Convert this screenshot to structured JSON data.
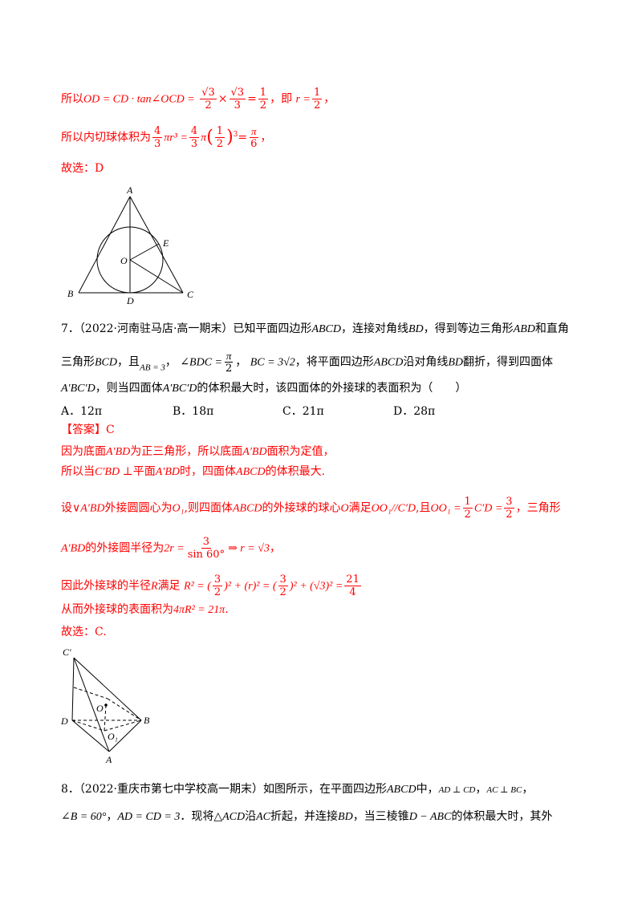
{
  "solution6": {
    "line1_prefix": "所以",
    "line1_formula": "OD = CD · tan∠OCD =",
    "line1_f1_num": "√3",
    "line1_f1_den": "2",
    "line1_times": "×",
    "line1_f2_num": "√3",
    "line1_f2_den": "3",
    "line1_eq": "=",
    "line1_f3_num": "1",
    "line1_f3_den": "2",
    "line1_mid": "，即",
    "line1_r": "r =",
    "line1_f4_num": "1",
    "line1_f4_den": "2",
    "line1_end": "，",
    "line2_prefix": "所以内切球体积为",
    "line2_f1_num": "4",
    "line2_f1_den": "3",
    "line2_pi_r3": "πr³ =",
    "line2_f2_num": "4",
    "line2_f2_den": "3",
    "line2_pi": "π",
    "line2_lp": "(",
    "line2_f3_num": "1",
    "line2_f3_den": "2",
    "line2_rp": ")",
    "line2_cube": "3",
    "line2_eq": "=",
    "line2_f4_num": "π",
    "line2_f4_den": "6",
    "line2_end": "，",
    "answer": "故选：D"
  },
  "figure1": {
    "labels": [
      "A",
      "B",
      "C",
      "D",
      "E",
      "O"
    ]
  },
  "question7": {
    "line1": "7．（2022·河南驻马店·高一期末）已知平面四边形",
    "line1_b": "ABCD",
    "line1_c": "，连接对角线",
    "line1_d": "BD",
    "line1_e": "，得到等边三角形",
    "line1_f": "ABD",
    "line1_g": "和直角",
    "line2_a": "三角形",
    "line2_b": "BCD",
    "line2_c": "，且",
    "line2_ab": "AB = 3",
    "line2_sep": "，",
    "line2_angle": "∠BDC =",
    "line2_f_num": "π",
    "line2_f_den": "2",
    "line2_sep2": "，",
    "line2_bc": "BC = 3√2",
    "line2_d": "，将平面四边形",
    "line2_e": "ABCD",
    "line2_f": "沿对角线",
    "line2_g": "BD",
    "line2_h": "翻折，得到四面体",
    "line3_a": "A′BC′D",
    "line3_b": "，则当四面体",
    "line3_c": "A′BC′D",
    "line3_d": "的体积最大时，该四面体的外接球的表面积为（　　）",
    "options": [
      "A．12π",
      "B．18π",
      "C．21π",
      "D．28π"
    ],
    "answer_tag": "【答案】",
    "answer_val": "C",
    "exp1_a": "因为底面",
    "exp1_b": "A′BD",
    "exp1_c": "为正三角形，所以底面",
    "exp1_d": "A′BD",
    "exp1_e": "面积为定值，",
    "exp2_a": "所以当",
    "exp2_b": "C′BD ⊥",
    "exp2_c": "平面",
    "exp2_d": "A′BD",
    "exp2_e": "时，四面体",
    "exp2_f": "ABCD",
    "exp2_g": "的体积最大.",
    "exp3_a": "设",
    "exp3_b": "∨A′BD",
    "exp3_c": "外接圆圆心为",
    "exp3_d": "O₁",
    "exp3_e": ",则四面体",
    "exp3_f": "ABCD",
    "exp3_g": "的外接球的球心",
    "exp3_h": "O",
    "exp3_i": "满足",
    "exp3_j": "OO₁//C′D",
    "exp3_k": ",且",
    "exp3_l": "OO₁ =",
    "exp3_f1_num": "1",
    "exp3_f1_den": "2",
    "exp3_m": "C′D =",
    "exp3_f2_num": "3",
    "exp3_f2_den": "2",
    "exp3_n": "，三角形",
    "exp4_a": "A′BD",
    "exp4_b": "的外接圆半径为",
    "exp4_c": "2r =",
    "exp4_f_num": "3",
    "exp4_f_den": "sin 60°",
    "exp4_d": "⇒ r = √3",
    "exp4_e": "，",
    "exp5_a": "因此外接球的半径",
    "exp5_b": "R",
    "exp5_c": "满足",
    "exp5_d": "R² = (",
    "exp5_f1_num": "3",
    "exp5_f1_den": "2",
    "exp5_e": ")² + (r)² = (",
    "exp5_f2_num": "3",
    "exp5_f2_den": "2",
    "exp5_f": ")² + (√3)² =",
    "exp5_f3_num": "21",
    "exp5_f3_den": "4",
    "exp6_a": "从而外接球的表面积为",
    "exp6_b": "4πR² = 21π",
    "exp6_c": ".",
    "answer2": "故选：C."
  },
  "figure2": {
    "labels": [
      "C′",
      "D",
      "B",
      "A",
      "O",
      "O₁"
    ]
  },
  "question8": {
    "line1_a": "8．（2022·重庆市第七中学校高一期末）如图所示，在平面四边形",
    "line1_b": "ABCD",
    "line1_c": "中，",
    "line1_d": "AD ⊥ CD",
    "line1_e": "，",
    "line1_f": "AC ⊥ BC",
    "line1_g": "，",
    "line2_a": "∠B = 60°",
    "line2_b": "，",
    "line2_c": "AD = CD = 3",
    "line2_d": "．现将△",
    "line2_e": "ACD",
    "line2_f": "沿",
    "line2_g": "AC",
    "line2_h": "折起，并连接",
    "line2_i": "BD",
    "line2_j": "，当三棱锥",
    "line2_k": "D − ABC",
    "line2_l": "的体积最大时，其外"
  }
}
